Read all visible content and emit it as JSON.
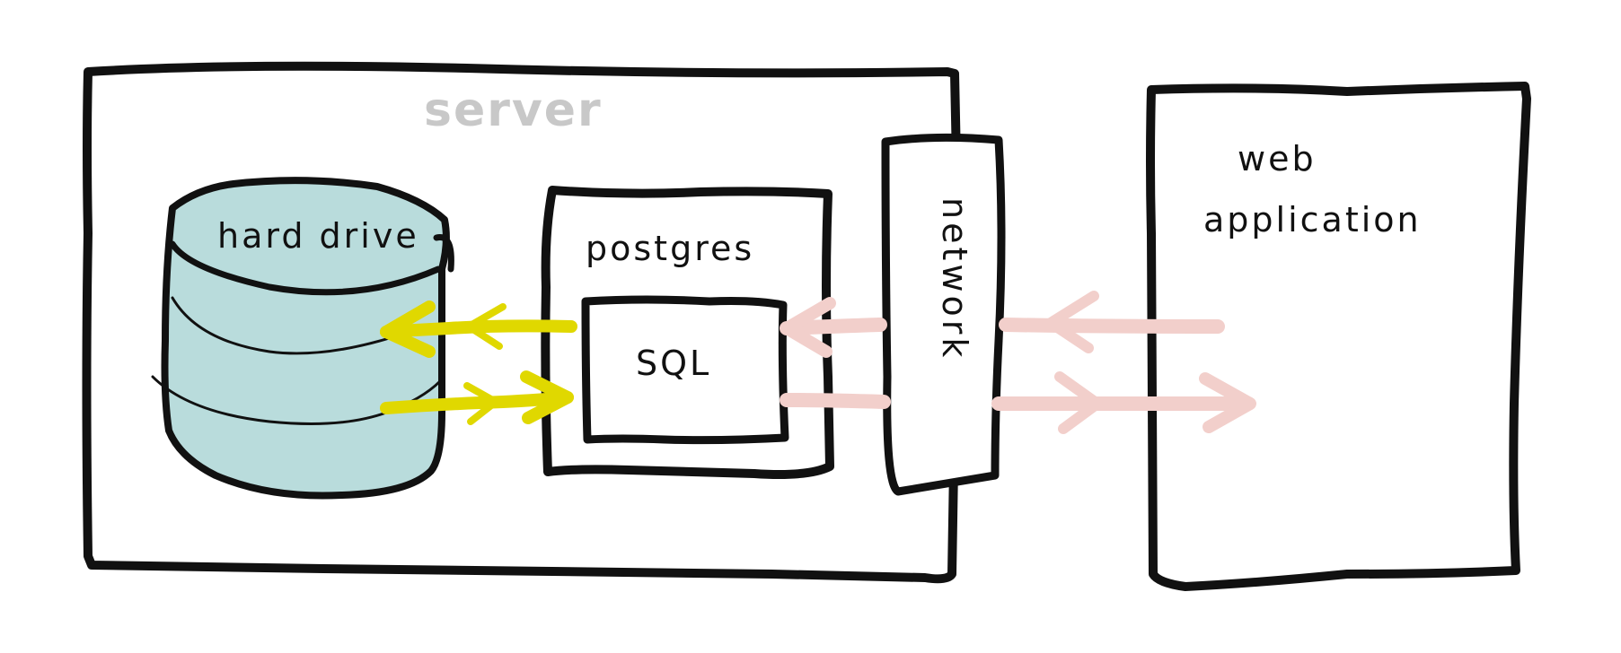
{
  "labels": {
    "server": "server",
    "hard_drive": "hard drive",
    "postgres": "postgres",
    "sql": "SQL",
    "network": "network",
    "web_application_line1": "web",
    "web_application_line2": "application"
  },
  "colors": {
    "stroke": "#111111",
    "server_label": "#c8c8c8",
    "hard_drive_fill": "#b9dcdc",
    "storage_arrows": "#e0d800",
    "network_arrows": "#f2cfcb",
    "background": "#ffffff"
  }
}
